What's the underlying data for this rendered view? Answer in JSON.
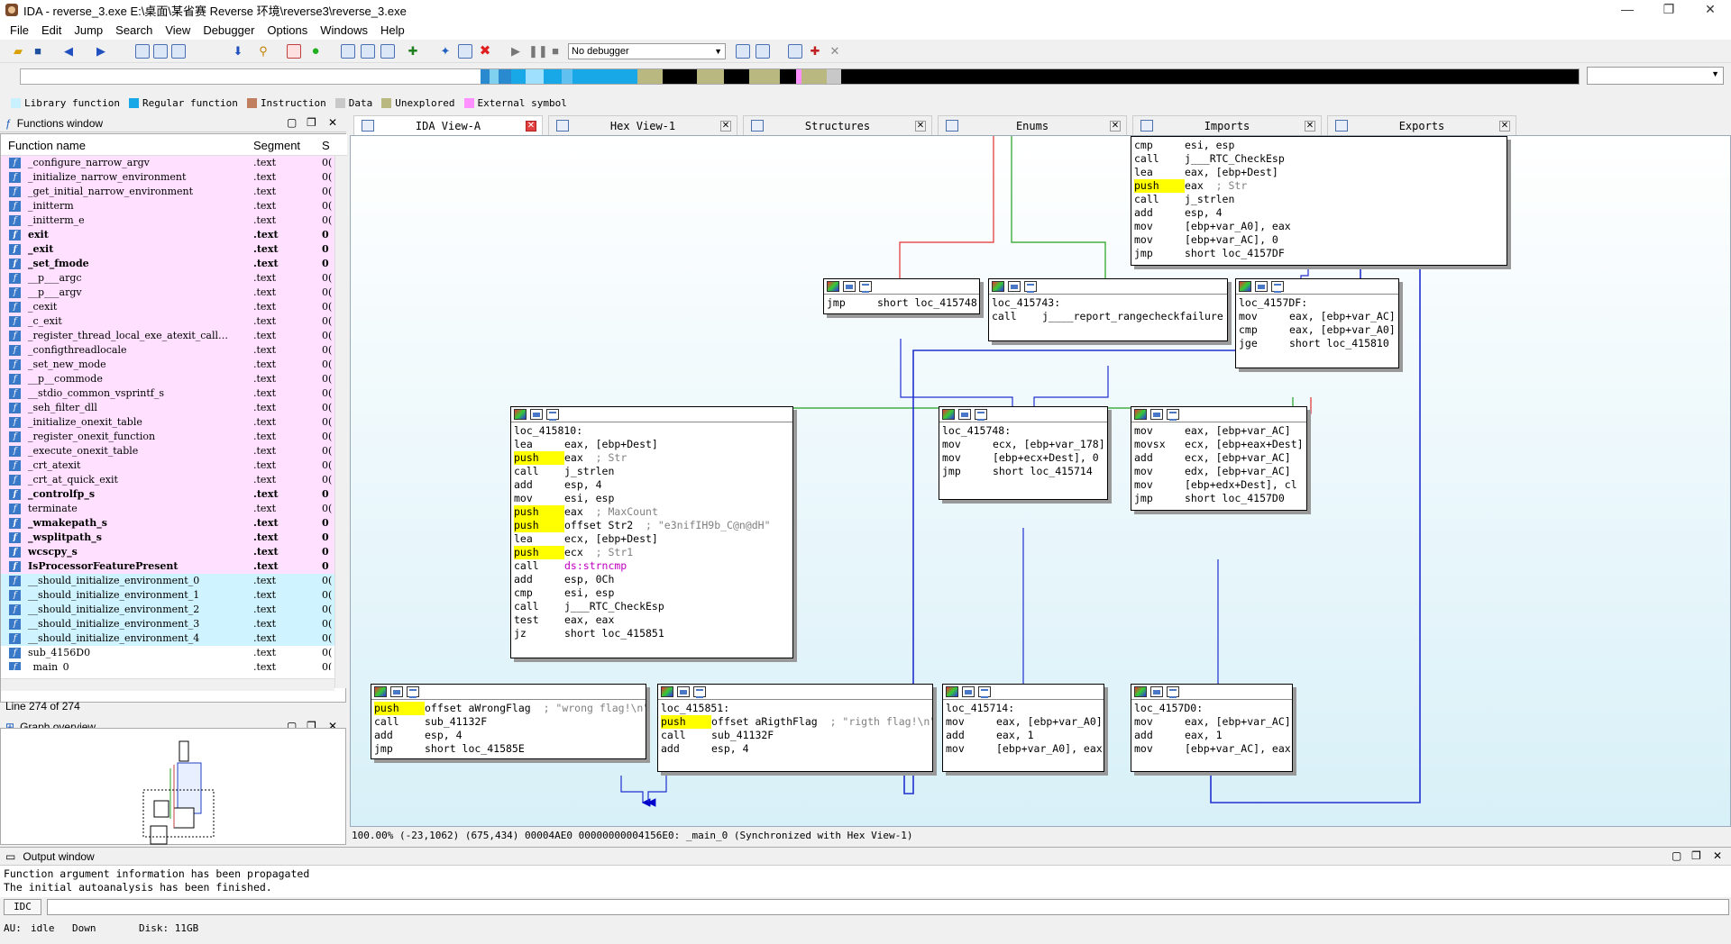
{
  "window": {
    "title": "IDA - reverse_3.exe E:\\桌面\\某省赛 Reverse 环境\\reverse3\\reverse_3.exe",
    "min": "—",
    "max": "❐",
    "close": "✕"
  },
  "menu": [
    "File",
    "Edit",
    "Jump",
    "Search",
    "View",
    "Debugger",
    "Options",
    "Windows",
    "Help"
  ],
  "toolbar": {
    "debugger_select": "No debugger"
  },
  "legend": [
    {
      "label": "Library function",
      "color": "#c8f0ff"
    },
    {
      "label": "Regular function",
      "color": "#18a8e8"
    },
    {
      "label": "Instruction",
      "color": "#c08060"
    },
    {
      "label": "Data",
      "color": "#c8c8c8"
    },
    {
      "label": "Unexplored",
      "color": "#b8b880"
    },
    {
      "label": "External symbol",
      "color": "#ff90ff"
    }
  ],
  "functions_panel": {
    "title": "Functions window",
    "col_name": "Function name",
    "col_segment": "Segment",
    "col_s": "S",
    "line_count": "Line 274 of 274",
    "rows": [
      {
        "name": "_configure_narrow_argv",
        "seg": ".text",
        "s": "0(",
        "bg": "#ffe0ff",
        "bold": false
      },
      {
        "name": "_initialize_narrow_environment",
        "seg": ".text",
        "s": "0(",
        "bg": "#ffe0ff",
        "bold": false
      },
      {
        "name": "_get_initial_narrow_environment",
        "seg": ".text",
        "s": "0(",
        "bg": "#ffe0ff",
        "bold": false
      },
      {
        "name": "_initterm",
        "seg": ".text",
        "s": "0(",
        "bg": "#ffe0ff",
        "bold": false
      },
      {
        "name": "_initterm_e",
        "seg": ".text",
        "s": "0(",
        "bg": "#ffe0ff",
        "bold": false
      },
      {
        "name": "exit",
        "seg": ".text",
        "s": "0",
        "bg": "#ffe0ff",
        "bold": true
      },
      {
        "name": "_exit",
        "seg": ".text",
        "s": "0",
        "bg": "#ffe0ff",
        "bold": true
      },
      {
        "name": "_set_fmode",
        "seg": ".text",
        "s": "0",
        "bg": "#ffe0ff",
        "bold": true
      },
      {
        "name": "__p___argc",
        "seg": ".text",
        "s": "0(",
        "bg": "#ffe0ff",
        "bold": false
      },
      {
        "name": "__p___argv",
        "seg": ".text",
        "s": "0(",
        "bg": "#ffe0ff",
        "bold": false
      },
      {
        "name": "_cexit",
        "seg": ".text",
        "s": "0(",
        "bg": "#ffe0ff",
        "bold": false
      },
      {
        "name": "_c_exit",
        "seg": ".text",
        "s": "0(",
        "bg": "#ffe0ff",
        "bold": false
      },
      {
        "name": "_register_thread_local_exe_atexit_call…",
        "seg": ".text",
        "s": "0(",
        "bg": "#ffe0ff",
        "bold": false
      },
      {
        "name": "_configthreadlocale",
        "seg": ".text",
        "s": "0(",
        "bg": "#ffe0ff",
        "bold": false
      },
      {
        "name": "_set_new_mode",
        "seg": ".text",
        "s": "0(",
        "bg": "#ffe0ff",
        "bold": false
      },
      {
        "name": "__p__commode",
        "seg": ".text",
        "s": "0(",
        "bg": "#ffe0ff",
        "bold": false
      },
      {
        "name": "__stdio_common_vsprintf_s",
        "seg": ".text",
        "s": "0(",
        "bg": "#ffe0ff",
        "bold": false
      },
      {
        "name": "_seh_filter_dll",
        "seg": ".text",
        "s": "0(",
        "bg": "#ffe0ff",
        "bold": false
      },
      {
        "name": "_initialize_onexit_table",
        "seg": ".text",
        "s": "0(",
        "bg": "#ffe0ff",
        "bold": false
      },
      {
        "name": "_register_onexit_function",
        "seg": ".text",
        "s": "0(",
        "bg": "#ffe0ff",
        "bold": false
      },
      {
        "name": "_execute_onexit_table",
        "seg": ".text",
        "s": "0(",
        "bg": "#ffe0ff",
        "bold": false
      },
      {
        "name": "_crt_atexit",
        "seg": ".text",
        "s": "0(",
        "bg": "#ffe0ff",
        "bold": false
      },
      {
        "name": "_crt_at_quick_exit",
        "seg": ".text",
        "s": "0(",
        "bg": "#ffe0ff",
        "bold": false
      },
      {
        "name": "_controlfp_s",
        "seg": ".text",
        "s": "0",
        "bg": "#ffe0ff",
        "bold": true
      },
      {
        "name": "terminate",
        "seg": ".text",
        "s": "0(",
        "bg": "#ffe0ff",
        "bold": false
      },
      {
        "name": "_wmakepath_s",
        "seg": ".text",
        "s": "0",
        "bg": "#ffe0ff",
        "bold": true
      },
      {
        "name": "_wsplitpath_s",
        "seg": ".text",
        "s": "0",
        "bg": "#ffe0ff",
        "bold": true
      },
      {
        "name": "wcscpy_s",
        "seg": ".text",
        "s": "0",
        "bg": "#ffe0ff",
        "bold": true
      },
      {
        "name": "IsProcessorFeaturePresent",
        "seg": ".text",
        "s": "0",
        "bg": "#ffe0ff",
        "bold": true
      },
      {
        "name": "__should_initialize_environment_0",
        "seg": ".text",
        "s": "0(",
        "bg": "#d0f4ff",
        "bold": false
      },
      {
        "name": "__should_initialize_environment_1",
        "seg": ".text",
        "s": "0(",
        "bg": "#d0f4ff",
        "bold": false
      },
      {
        "name": "__should_initialize_environment_2",
        "seg": ".text",
        "s": "0(",
        "bg": "#d0f4ff",
        "bold": false
      },
      {
        "name": "__should_initialize_environment_3",
        "seg": ".text",
        "s": "0(",
        "bg": "#d0f4ff",
        "bold": false
      },
      {
        "name": "__should_initialize_environment_4",
        "seg": ".text",
        "s": "0(",
        "bg": "#d0f4ff",
        "bold": false
      },
      {
        "name": "sub_4156D0",
        "seg": ".text",
        "s": "0(",
        "bg": "#ffffff",
        "bold": false
      },
      {
        "name": "_main_0",
        "seg": ".text",
        "s": "0(",
        "bg": "#ffffff",
        "bold": false
      }
    ]
  },
  "graph_overview": {
    "title": "Graph overview"
  },
  "tabs": [
    {
      "label": "IDA View-A",
      "active": true
    },
    {
      "label": "Hex View-1",
      "active": false
    },
    {
      "label": "Structures",
      "active": false
    },
    {
      "label": "Enums",
      "active": false
    },
    {
      "label": "Imports",
      "active": false
    },
    {
      "label": "Exports",
      "active": false
    }
  ],
  "nodes": {
    "n_top": [
      {
        "op": "cmp",
        "args": "esi, esp"
      },
      {
        "op": "call",
        "args": "j___RTC_CheckEsp"
      },
      {
        "op": "lea",
        "args": "eax, [ebp+Dest]"
      },
      {
        "op": "push",
        "args": "eax",
        "hl": true,
        "cm": "; Str"
      },
      {
        "op": "call",
        "args": "j_strlen"
      },
      {
        "op": "add",
        "args": "esp, 4"
      },
      {
        "op": "mov",
        "args": "[ebp+var_A0], eax"
      },
      {
        "op": "mov",
        "args": "[ebp+var_AC], 0"
      },
      {
        "op": "jmp",
        "args": "short loc_4157DF"
      }
    ],
    "n_jmp748": [
      {
        "op": "jmp",
        "args": "short loc_415748"
      }
    ],
    "n_743": [
      {
        "label": "loc_415743:"
      },
      {
        "op": "call",
        "args": "j____report_rangecheckfailure"
      }
    ],
    "n_7df": [
      {
        "label": "loc_4157DF:"
      },
      {
        "op": "mov",
        "args": "eax, [ebp+var_AC]"
      },
      {
        "op": "cmp",
        "args": "eax, [ebp+var_A0]"
      },
      {
        "op": "jge",
        "args": "short loc_415810"
      }
    ],
    "n_810": [
      {
        "label": "loc_415810:"
      },
      {
        "op": "lea",
        "args": "eax, [ebp+Dest]"
      },
      {
        "op": "push",
        "args": "eax",
        "hl": true,
        "cm": "; Str"
      },
      {
        "op": "call",
        "args": "j_strlen"
      },
      {
        "op": "add",
        "args": "esp, 4"
      },
      {
        "op": "mov",
        "args": "esi, esp"
      },
      {
        "op": "push",
        "args": "eax",
        "hl": true,
        "cm": "; MaxCount"
      },
      {
        "op": "push",
        "args": "offset Str2",
        "hl": true,
        "cm": "; \"e3nifIH9b_C@n@dH\""
      },
      {
        "op": "lea",
        "args": "ecx, [ebp+Dest]"
      },
      {
        "op": "push",
        "args": "ecx",
        "hl": true,
        "cm": "; Str1"
      },
      {
        "op": "call",
        "args": "ds:strncmp",
        "pink": true
      },
      {
        "op": "add",
        "args": "esp, 0Ch"
      },
      {
        "op": "cmp",
        "args": "esi, esp"
      },
      {
        "op": "call",
        "args": "j___RTC_CheckEsp"
      },
      {
        "op": "test",
        "args": "eax, eax"
      },
      {
        "op": "jz",
        "args": "short loc_415851"
      }
    ],
    "n_748": [
      {
        "label": "loc_415748:"
      },
      {
        "op": "mov",
        "args": "ecx, [ebp+var_178]"
      },
      {
        "op": "mov",
        "args": "[ebp+ecx+Dest], 0"
      },
      {
        "op": "jmp",
        "args": "short loc_415714"
      }
    ],
    "n_loop": [
      {
        "op": "mov",
        "args": "eax, [ebp+var_AC]"
      },
      {
        "op": "movsx",
        "args": "ecx, [ebp+eax+Dest]"
      },
      {
        "op": "add",
        "args": "ecx, [ebp+var_AC]"
      },
      {
        "op": "mov",
        "args": "edx, [ebp+var_AC]"
      },
      {
        "op": "mov",
        "args": "[ebp+edx+Dest], cl"
      },
      {
        "op": "jmp",
        "args": "short loc_4157D0"
      }
    ],
    "n_wrong": [
      {
        "op": "push",
        "args": "offset aWrongFlag",
        "hl": true,
        "cm": "; \"wrong flag!\\n\""
      },
      {
        "op": "call",
        "args": "sub_41132F"
      },
      {
        "op": "add",
        "args": "esp, 4"
      },
      {
        "op": "jmp",
        "args": "short loc_41585E"
      }
    ],
    "n_851": [
      {
        "label": "loc_415851:"
      },
      {
        "op": "push",
        "args": "offset aRigthFlag",
        "hl": true,
        "cm": "; \"rigth flag!\\n\""
      },
      {
        "op": "call",
        "args": "sub_41132F"
      },
      {
        "op": "add",
        "args": "esp, 4"
      }
    ],
    "n_714": [
      {
        "label": "loc_415714:"
      },
      {
        "op": "mov",
        "args": "eax, [ebp+var_A0]"
      },
      {
        "op": "add",
        "args": "eax, 1"
      },
      {
        "op": "mov",
        "args": "[ebp+var_A0], eax"
      }
    ],
    "n_7d0": [
      {
        "label": "loc_4157D0:"
      },
      {
        "op": "mov",
        "args": "eax, [ebp+var_AC]"
      },
      {
        "op": "add",
        "args": "eax, 1"
      },
      {
        "op": "mov",
        "args": "[ebp+var_AC], eax"
      }
    ]
  },
  "graph_status": "100.00% (-23,1062) (675,434) 00004AE0 00000000004156E0: _main_0 (Synchronized with Hex View-1)",
  "output": {
    "title": "Output window",
    "text": "Function argument information has been propagated\nThe initial autoanalysis has been finished."
  },
  "idc_label": "IDC",
  "status": {
    "au_label": "AU:",
    "au": "idle",
    "dir": "Down",
    "disk": "Disk: 11GB"
  }
}
